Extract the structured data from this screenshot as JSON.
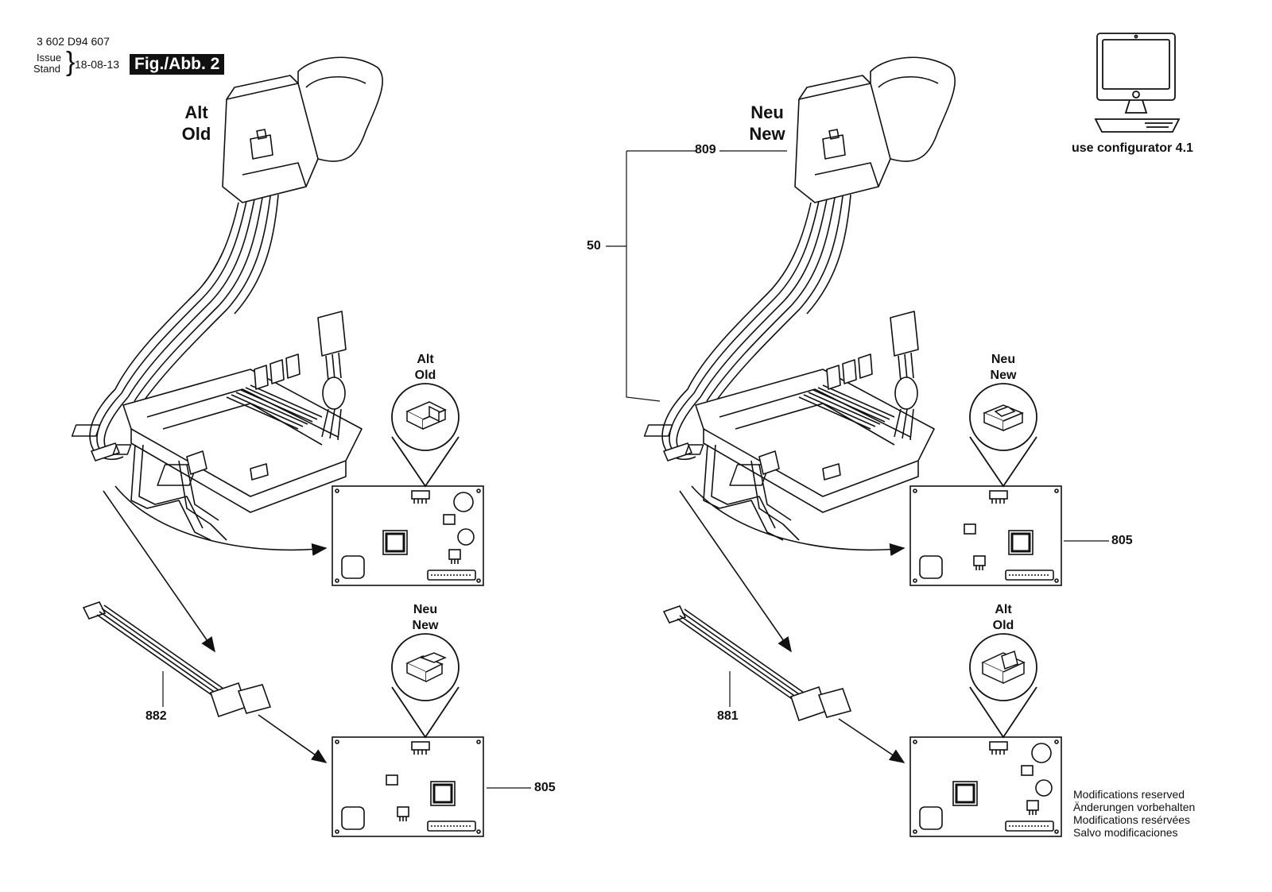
{
  "header": {
    "doc_number": "3 602 D94 607",
    "issue_label": "Issue",
    "stand_label": "Stand",
    "issue_date": "18-08-13",
    "figure_label": "Fig./Abb. 2"
  },
  "left_assembly": {
    "state_line1": "Alt",
    "state_line2": "Old"
  },
  "right_assembly": {
    "state_line1": "Neu",
    "state_line2": "New"
  },
  "callouts": {
    "top_left": {
      "line1": "Alt",
      "line2": "Old"
    },
    "bottom_left": {
      "line1": "Neu",
      "line2": "New"
    },
    "top_right": {
      "line1": "Neu",
      "line2": "New"
    },
    "bottom_right": {
      "line1": "Alt",
      "line2": "Old"
    }
  },
  "part_numbers": {
    "p809": "809",
    "p50": "50",
    "p805_right": "805",
    "p805_left": "805",
    "p882": "882",
    "p881": "881"
  },
  "configurator": {
    "icon": "computer-monitor-icon",
    "label": "use configurator 4.1"
  },
  "modifications": {
    "line1": "Modifications reserved",
    "line2": "Änderungen vorbehalten",
    "line3": "Modifications resérvées",
    "line4": "Salvo modificaciones"
  }
}
